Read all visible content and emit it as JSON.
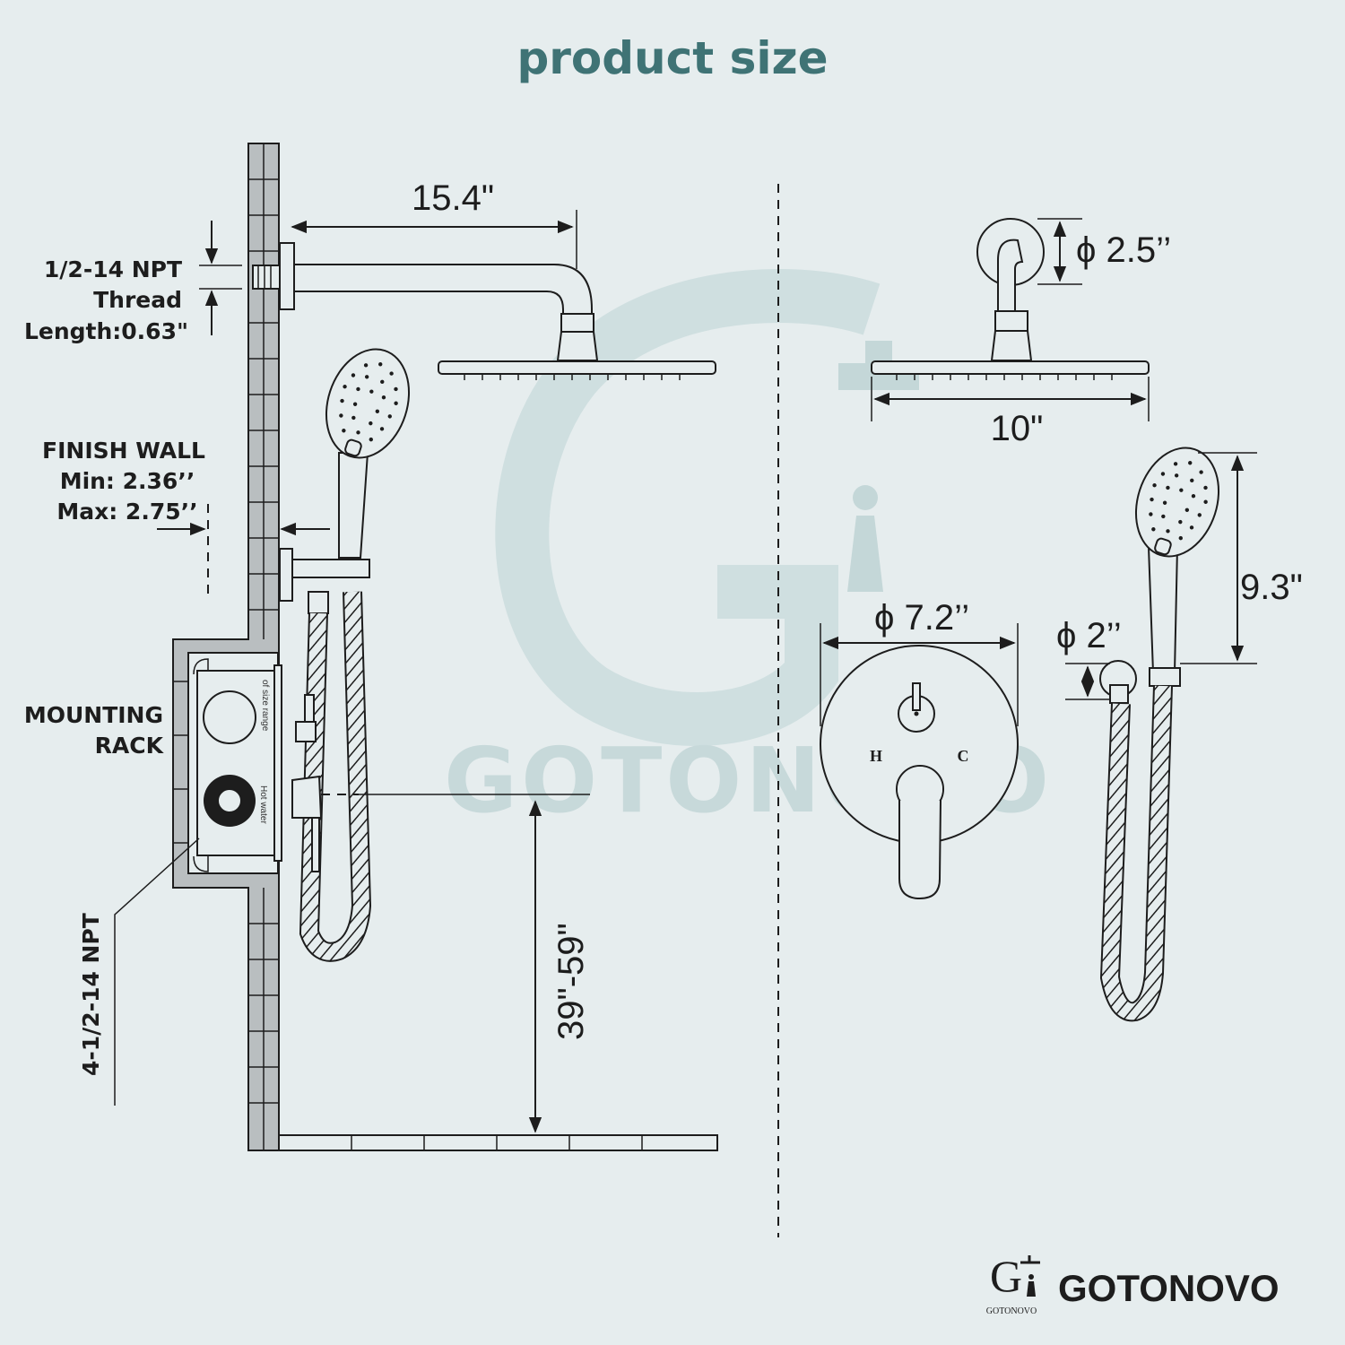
{
  "title": "product size",
  "watermark": "GOTONOVO",
  "brand": {
    "name": "GOTONOVO",
    "logo_caption": "GOTONOVO",
    "logo_letter": "G",
    "logo_icon": "shower-figure-logo-icon"
  },
  "labels": {
    "thread": [
      "1/2-14 NPT",
      "Thread",
      "Length:0.63\""
    ],
    "finish_wall": [
      "FINISH WALL",
      "Min: 2.36’’",
      "Max: 2.75’’"
    ],
    "mounting_rack": [
      "MOUNTING",
      "RACK"
    ],
    "inlet": "4-1/2-14 NPT",
    "valve_note_1": "of size range",
    "valve_note_2": "Hot water",
    "hot": "H",
    "cold": "C"
  },
  "dimensions": {
    "arm_length": "15.4\"",
    "height_range": "39\"-59\"",
    "flange_diameter": "ϕ 2.5’’",
    "head_width": "10\"",
    "handheld_length": "9.3\"",
    "trim_diameter": "ϕ 7.2’’",
    "holder_diameter": "ϕ 2’’"
  },
  "colors": {
    "background": "#e6edee",
    "title": "#3f7375",
    "line": "#1d1d1d",
    "wall": "#b9bec0",
    "watermark": "#c7d9da"
  }
}
